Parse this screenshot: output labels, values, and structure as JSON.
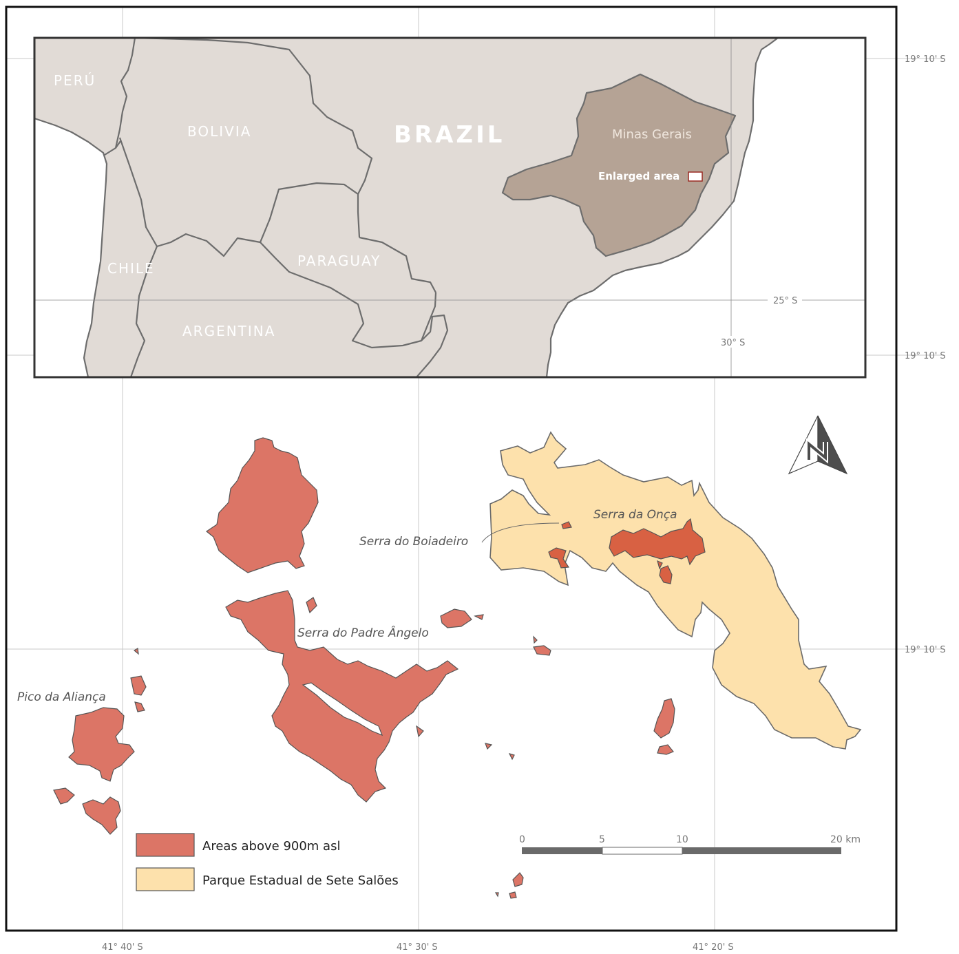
{
  "inset": {
    "countries": [
      "PERÚ",
      "BOLIVIA",
      "BRAZIL",
      "CHILE",
      "PARAGUAY",
      "ARGENTINA"
    ],
    "state": "Minas Gerais",
    "enlarged_area_label": "Enlarged area",
    "latitudes": [
      "25° S",
      "30° S"
    ],
    "colors": {
      "land": "#e1dbd6",
      "state": "#b5a395",
      "border": "#6d6d6d"
    }
  },
  "grid": {
    "right_labels": [
      "19° 10' S",
      "19° 10' S",
      "19° 10' S"
    ],
    "bottom_labels": [
      "41° 40' S",
      "41° 30' S",
      "41° 20' S"
    ]
  },
  "places": [
    "Serra do Boiadeiro",
    "Serra da Onça",
    "Serra do Padre Ângelo",
    "Pico da Aliança"
  ],
  "legend": {
    "items": [
      {
        "label": "Areas above 900m asl",
        "color": "#dc7566"
      },
      {
        "label": "Parque Estadual de Sete Salões",
        "color": "#fde1ac"
      }
    ]
  },
  "scale_bar": {
    "ticks": [
      "0",
      "5",
      "10",
      "20 km"
    ]
  },
  "north_arrow": {
    "icon": "north-arrow-icon",
    "letter": "N"
  }
}
